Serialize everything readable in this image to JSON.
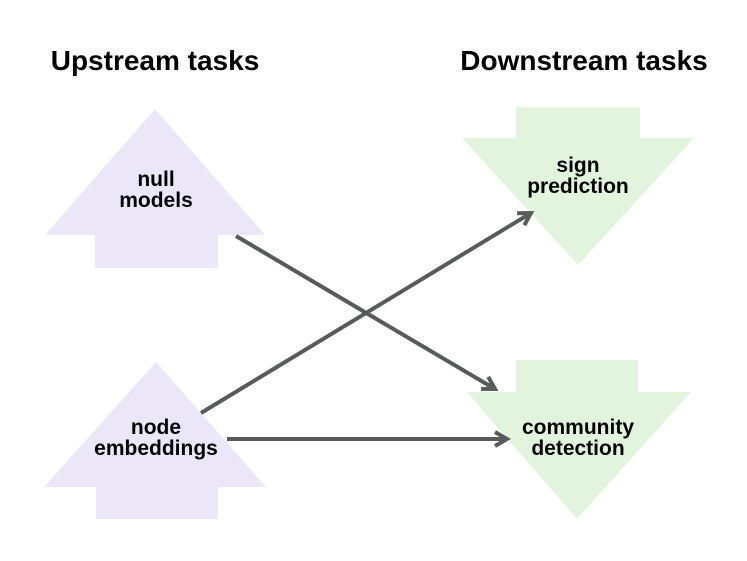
{
  "headings": {
    "upstream": "Upstream tasks",
    "downstream": "Downstream tasks"
  },
  "nodes": {
    "null_models": {
      "label": "null\nmodels",
      "column": "upstream",
      "shape": "arrow-up"
    },
    "node_embeddings": {
      "label": "node\nembeddings",
      "column": "upstream",
      "shape": "arrow-up"
    },
    "sign_prediction": {
      "label": "sign\nprediction",
      "column": "downstream",
      "shape": "arrow-down"
    },
    "community_detection": {
      "label": "community\ndetection",
      "column": "downstream",
      "shape": "arrow-down"
    }
  },
  "edges": [
    {
      "from": "null models",
      "to": "community detection"
    },
    {
      "from": "node embeddings",
      "to": "sign prediction"
    },
    {
      "from": "node embeddings",
      "to": "community detection"
    }
  ],
  "colors": {
    "upstream_fill": "#ece7f8",
    "downstream_fill": "#e3f4de",
    "edge": "#595a5c",
    "text": "#000000",
    "background": "#ffffff"
  }
}
